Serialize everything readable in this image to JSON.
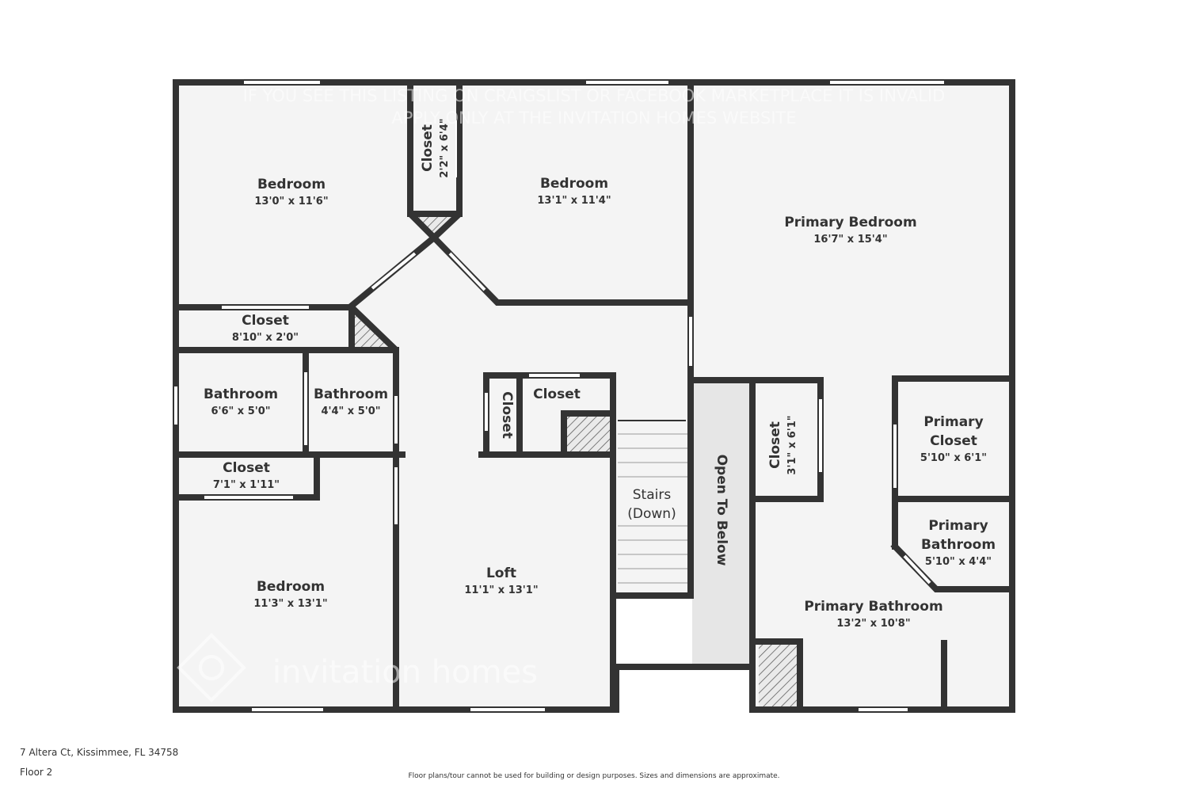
{
  "rooms": {
    "bedroom_nw": {
      "name": "Bedroom",
      "dims": "13'0\" x 11'6\""
    },
    "closet_top": {
      "name": "Closet",
      "dims": "2'2\" x 6'4\""
    },
    "bedroom_n": {
      "name": "Bedroom",
      "dims": "13'1\" x 11'4\""
    },
    "primary_bedroom": {
      "name": "Primary Bedroom",
      "dims": "16'7\" x 15'4\""
    },
    "closet_hall": {
      "name": "Closet",
      "dims": "8'10\" x 2'0\""
    },
    "bathroom_1": {
      "name": "Bathroom",
      "dims": "6'6\" x 5'0\""
    },
    "bathroom_2": {
      "name": "Bathroom",
      "dims": "4'4\" x 5'0\""
    },
    "closet_loft_small": {
      "name": "Closet",
      "dims": ""
    },
    "closet_loft": {
      "name": "Closet",
      "dims": ""
    },
    "closet_sw": {
      "name": "Closet",
      "dims": "7'1\" x 1'11\""
    },
    "bedroom_sw": {
      "name": "Bedroom",
      "dims": "11'3\" x 13'1\""
    },
    "loft": {
      "name": "Loft",
      "dims": "11'1\" x 13'1\""
    },
    "stairs": {
      "name": "Stairs",
      "sub": "(Down)"
    },
    "open_below": {
      "name": "Open To Below"
    },
    "closet_primary_small": {
      "name": "Closet",
      "dims": "3'1\" x 6'1\""
    },
    "primary_closet": {
      "name1": "Primary",
      "name2": "Closet",
      "dims": "5'10\" x 6'1\""
    },
    "primary_bath_small": {
      "name1": "Primary",
      "name2": "Bathroom",
      "dims": "5'10\" x 4'4\""
    },
    "primary_bathroom": {
      "name": "Primary Bathroom",
      "dims": "13'2\" x 10'8\""
    }
  },
  "watermark": {
    "line1": "IF YOU SEE THIS LISTING ON CRAIGSLIST OR FACEBOOK MARKETPLACE IT IS INVALID",
    "line2": "APPLY ONLY AT THE INVITATION HOMES WEBSITE",
    "brand": "invitation homes"
  },
  "footer": {
    "address": "7 Altera Ct, Kissimmee, FL 34758",
    "floor": "Floor 2",
    "disclaimer": "Floor plans/tour cannot be used for building or design purposes. Sizes and dimensions are approximate."
  },
  "colors": {
    "wall": "#333333",
    "floor": "#f4f4f4",
    "open_below": "#e6e6e6"
  }
}
